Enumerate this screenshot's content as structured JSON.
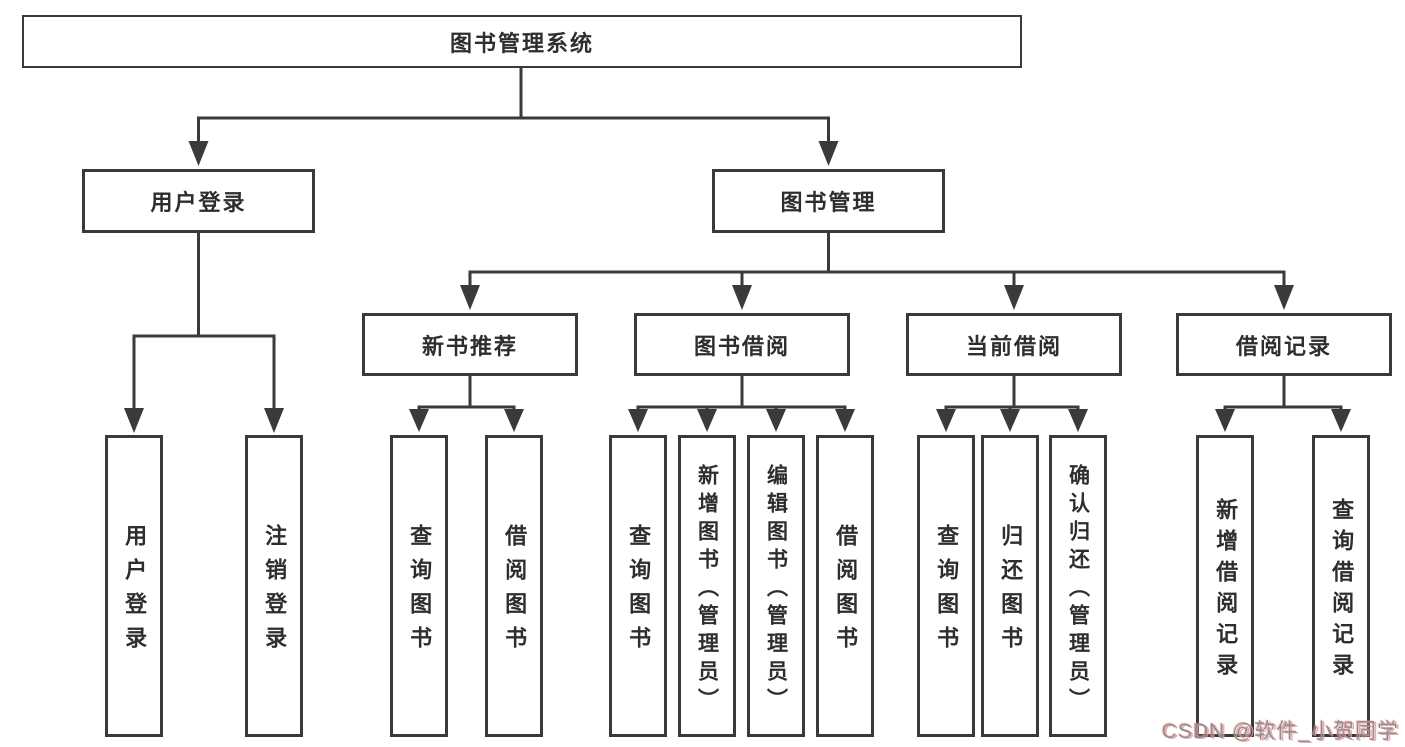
{
  "diagram": {
    "tree": {
      "root": {
        "label": "图书管理系统"
      },
      "level2": [
        {
          "label": "用户登录"
        },
        {
          "label": "图书管理"
        }
      ],
      "level3": [
        {
          "label": "新书推荐"
        },
        {
          "label": "图书借阅"
        },
        {
          "label": "当前借阅"
        },
        {
          "label": "借阅记录"
        }
      ],
      "leaves": {
        "user_login": [
          {
            "label": "用户登录"
          },
          {
            "label": "注销登录"
          }
        ],
        "new_book": [
          {
            "label": "查询图书"
          },
          {
            "label": "借阅图书"
          }
        ],
        "book_borrow": [
          {
            "label": "查询图书"
          },
          {
            "label": "新增图书（管理员）"
          },
          {
            "label": "编辑图书（管理员）"
          },
          {
            "label": "借阅图书"
          }
        ],
        "current_borrow": [
          {
            "label": "查询图书"
          },
          {
            "label": "归还图书"
          },
          {
            "label": "确认归还（管理员）"
          }
        ],
        "records": [
          {
            "label": "新增借阅记录"
          },
          {
            "label": "查询借阅记录"
          }
        ]
      }
    },
    "colors": {
      "line": "#3a3a3a",
      "box_border": "#3a3a3a",
      "text": "#2e2e2e",
      "background": "#ffffff",
      "watermark_text": "#8f8f8f",
      "watermark_accent": "#ee9696"
    }
  },
  "watermark": {
    "text": "CSDN @软件_小贺同学"
  }
}
